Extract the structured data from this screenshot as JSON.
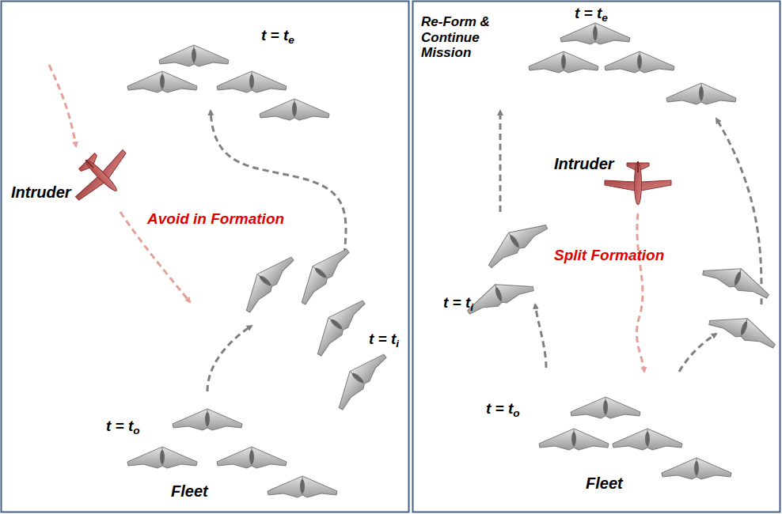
{
  "diagram": {
    "labels": [
      "t = te",
      "Intruder",
      "Avoid in Formation",
      "t = ti",
      "t = to",
      "Fleet",
      "Re-Form & Continue Mission",
      "t = te",
      "Intruder",
      "Split Formation",
      "t = ti",
      "t = to",
      "Fleet"
    ]
  }
}
